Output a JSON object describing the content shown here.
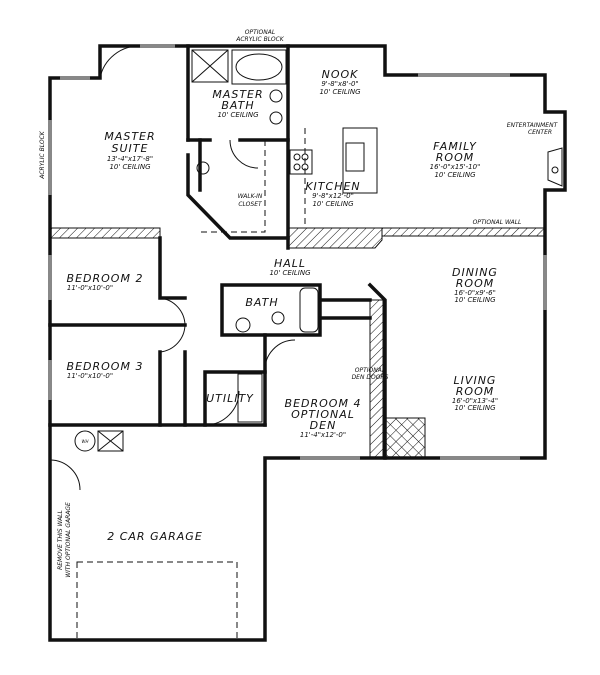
{
  "rooms": {
    "master_suite": {
      "name_1": "MASTER",
      "name_2": "SUITE",
      "size": "13'-4\"x17'-8\"",
      "ceiling": "10' CEILING"
    },
    "master_bath": {
      "name_1": "MASTER",
      "name_2": "BATH",
      "ceiling": "10' CEILING"
    },
    "walk_in_closet": {
      "name_1": "WALK-IN",
      "name_2": "CLOSET"
    },
    "nook": {
      "name": "NOOK",
      "size": "9'-8\"x8'-0\"",
      "ceiling": "10' CEILING"
    },
    "kitchen": {
      "name": "KITCHEN",
      "size": "9'-8\"x12'-0\"",
      "ceiling": "10' CEILING"
    },
    "family_room": {
      "name_1": "FAMILY",
      "name_2": "ROOM",
      "size": "16'-0\"x15'-10\"",
      "ceiling": "10' CEILING"
    },
    "hall": {
      "name": "HALL",
      "ceiling": "10' CEILING"
    },
    "bedroom_2": {
      "name": "BEDROOM 2",
      "size": "11'-0\"x10'-0\""
    },
    "bedroom_3": {
      "name": "BEDROOM 3",
      "size": "11'-0\"x10'-0\""
    },
    "bath": {
      "name": "BATH"
    },
    "utility": {
      "name": "UTILITY"
    },
    "bedroom_4": {
      "name_1": "BEDROOM 4",
      "name_2": "OPTIONAL",
      "name_3": "DEN",
      "size": "11'-4\"x12'-0\""
    },
    "dining_room": {
      "name_1": "DINING",
      "name_2": "ROOM",
      "size": "16'-0\"x9'-6\"",
      "ceiling": "10' CEILING"
    },
    "living_room": {
      "name_1": "LIVING",
      "name_2": "ROOM",
      "size": "16'-0\"x13'-4\"",
      "ceiling": "10' CEILING"
    },
    "garage": {
      "name": "2 CAR GARAGE"
    }
  },
  "notes": {
    "optional_acrylic_block_1": "OPTIONAL",
    "optional_acrylic_block_2": "ACRYLIC BLOCK",
    "acrylic_block": "ACRYLIC BLOCK",
    "entertainment_1": "ENTERTAINMENT",
    "entertainment_2": "CENTER",
    "optional_wall": "OPTIONAL WALL",
    "den_doors_1": "OPTIONAL",
    "den_doors_2": "DEN DOORS",
    "garage_wall_1": "REMOVE THIS WALL",
    "garage_wall_2": "WITH OPTIONAL GARAGE",
    "water_heater": "WH"
  }
}
